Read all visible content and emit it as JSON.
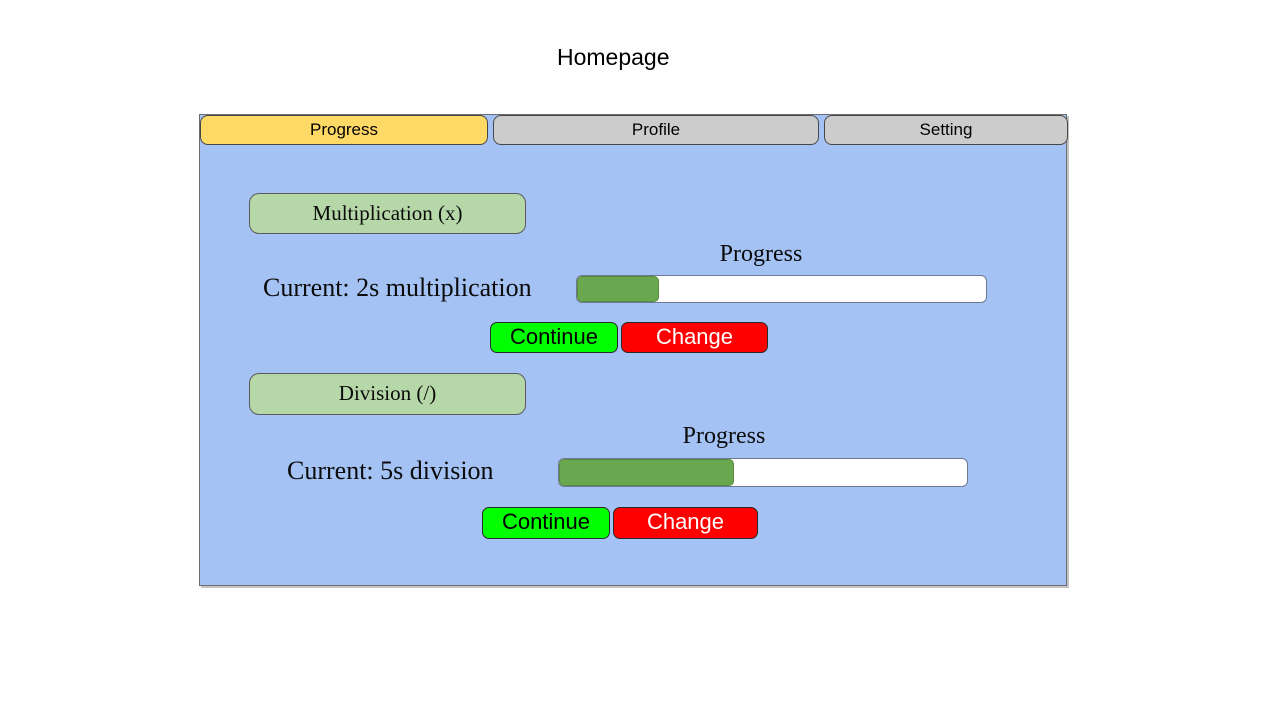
{
  "page": {
    "title": "Homepage"
  },
  "tabs": [
    {
      "label": "Progress",
      "active": true
    },
    {
      "label": "Profile",
      "active": false
    },
    {
      "label": "Setting",
      "active": false
    }
  ],
  "sections": [
    {
      "category_label": "Multiplication (x)",
      "progress_caption": "Progress",
      "current_label": "Current: 2s multiplication",
      "progress_percent": 20,
      "continue_label": "Continue",
      "change_label": "Change"
    },
    {
      "category_label": "Division (/)",
      "progress_caption": "Progress",
      "current_label": "Current: 5s division",
      "progress_percent": 43,
      "continue_label": "Continue",
      "change_label": "Change"
    }
  ],
  "colors": {
    "panel_blue": "#A4C2F4",
    "tab_active_yellow": "#FFD966",
    "tab_inactive_gray": "#CCCCCC",
    "category_green": "#B6D7A8",
    "progress_fill_green": "#6AA84F",
    "continue_green": "#00FF00",
    "change_red": "#FF0000"
  }
}
